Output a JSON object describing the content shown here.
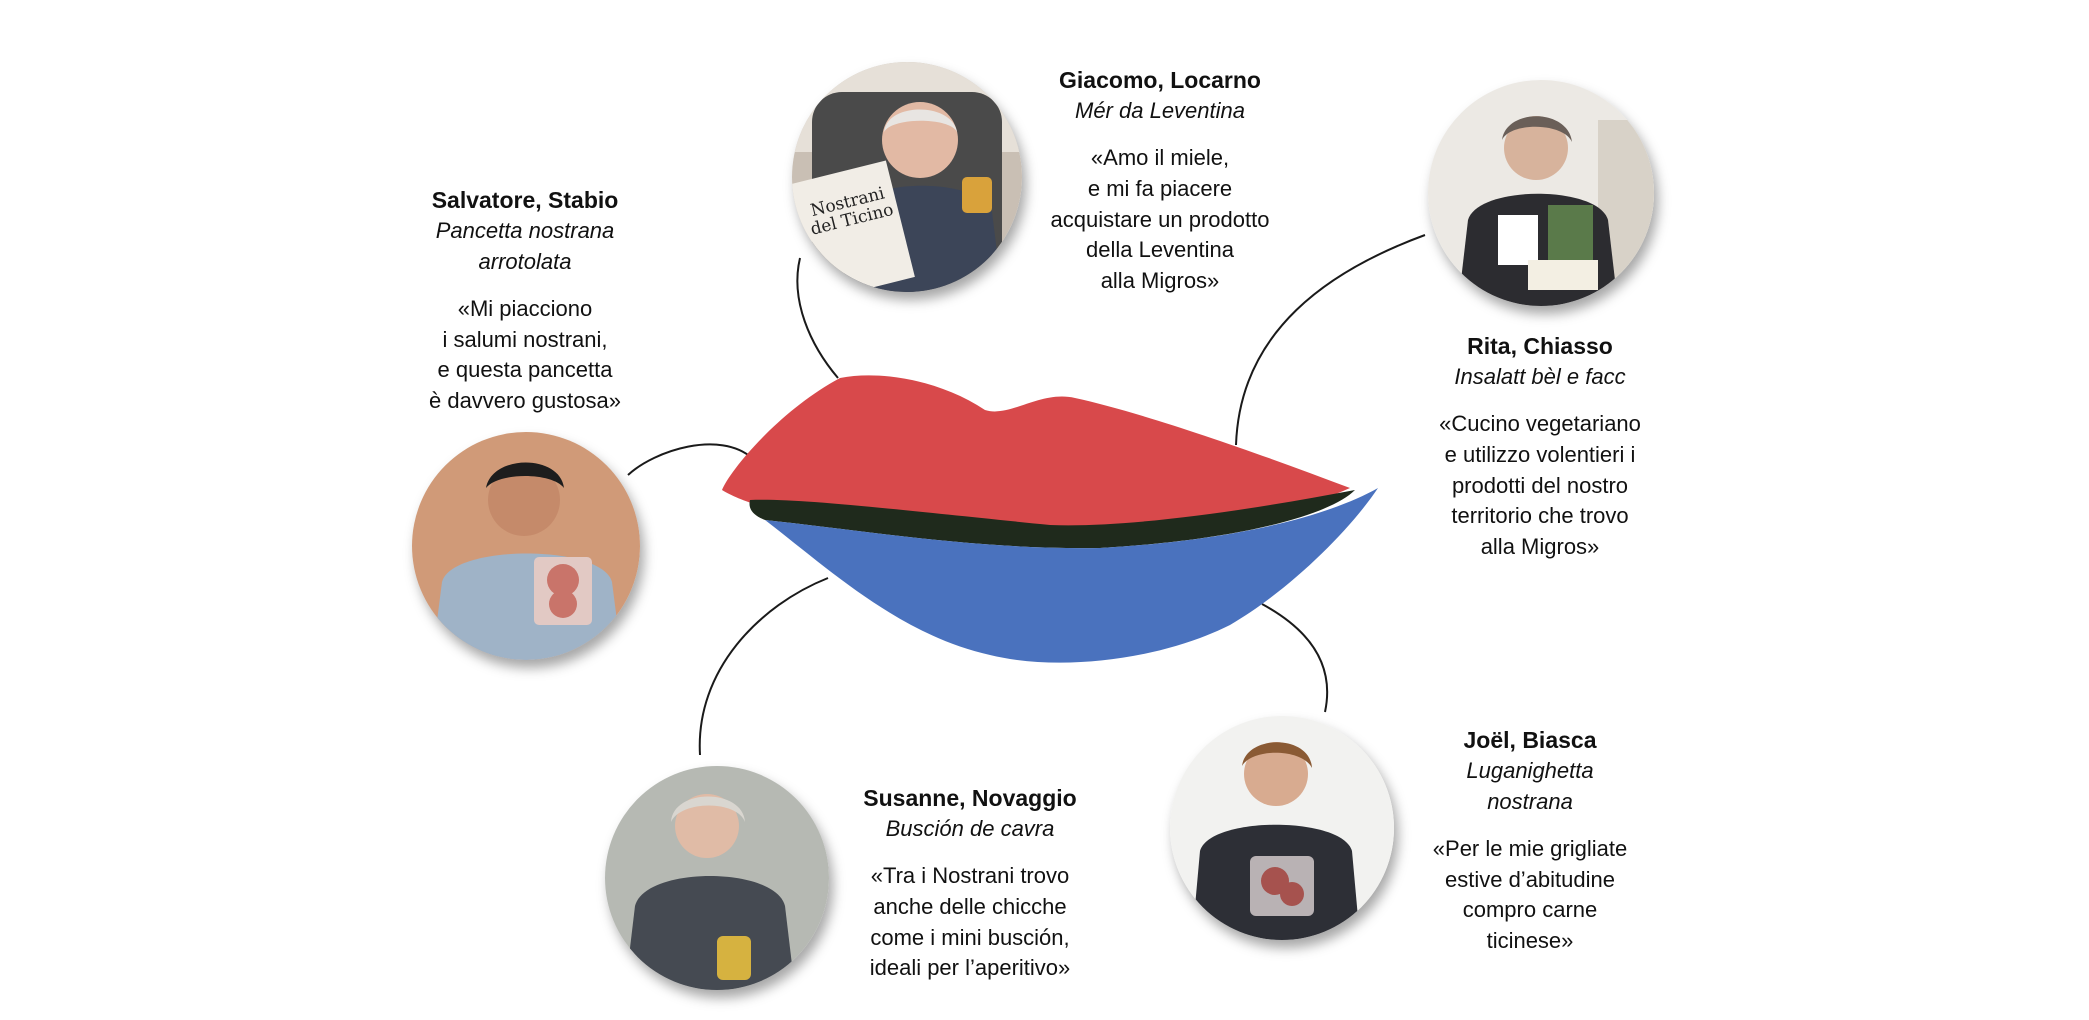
{
  "testimonials": {
    "salvatore": {
      "name": "Salvatore, Stabio",
      "product": "Pancetta nostrana\narrotolata",
      "quote": "«Mi piacciono\ni salumi nostrani,\ne questa pancetta\nè davvero gustosa»"
    },
    "giacomo": {
      "name": "Giacomo, Locarno",
      "product": "Mér da Leventina",
      "quote": "«Amo il miele,\ne mi fa piacere\nacquistare un prodotto\ndella Leventina\nalla Migros»",
      "bag_text": "Nostrani\ndel Ticino"
    },
    "rita": {
      "name": "Rita, Chiasso",
      "product": "Insalatt bèl e facc",
      "quote": "«Cucino vegetariano\ne utilizzo volentieri i\nprodotti del nostro\nterritorio che trovo\nalla Migros»"
    },
    "susanne": {
      "name": "Susanne, Novaggio",
      "product": "Busción de cavra",
      "quote": "«Tra i Nostrani trovo\nanche delle chicche\ncome i mini busción,\nideali per l’aperitivo»"
    },
    "joel": {
      "name": "Joël, Biasca",
      "product": "Luganighetta\nnostrana",
      "quote": "«Per le mie grigliate\nestive d’abitudine\ncompro carne\nticinese»"
    }
  },
  "colors": {
    "lip_red": "#d8494b",
    "lip_blue": "#4a72be",
    "lip_dark": "#1f2a1c",
    "line": "#1a1a1a"
  },
  "icons": [
    "lips-illustration",
    "portrait-photo"
  ]
}
